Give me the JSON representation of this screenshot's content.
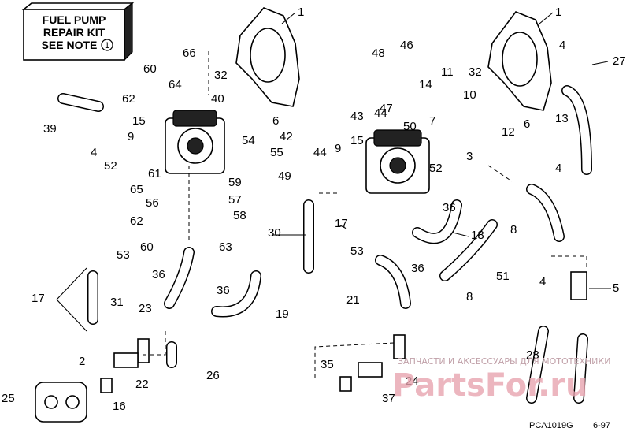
{
  "kit_note": {
    "line1": "FUEL PUMP",
    "line2": "REPAIR KIT",
    "line3": "SEE NOTE",
    "note_number": "1"
  },
  "footer": {
    "code": "PCA1019G",
    "date": "6-97"
  },
  "watermark": {
    "line1": "ЗАПЧАСТИ И АКСЕССУАРЫ ДЛЯ МОТОТЕХНИКИ",
    "line2": "PartsFor.ru"
  },
  "callouts": [
    "1",
    "1",
    "4",
    "27",
    "66",
    "46",
    "48",
    "60",
    "32",
    "32",
    "11",
    "14",
    "64",
    "40",
    "62",
    "10",
    "44",
    "43",
    "47",
    "15",
    "4",
    "39",
    "42",
    "9",
    "15",
    "50",
    "12",
    "6",
    "6",
    "7",
    "13",
    "54",
    "55",
    "44",
    "9",
    "3",
    "52",
    "52",
    "49",
    "61",
    "59",
    "4",
    "65",
    "57",
    "56",
    "36",
    "58",
    "17",
    "62",
    "63",
    "60",
    "8",
    "30",
    "18",
    "53",
    "53",
    "36",
    "36",
    "51",
    "5",
    "4",
    "17",
    "31",
    "21",
    "8",
    "23",
    "36",
    "19",
    "2",
    "22",
    "35",
    "24",
    "28",
    "26",
    "25",
    "16",
    "37"
  ]
}
